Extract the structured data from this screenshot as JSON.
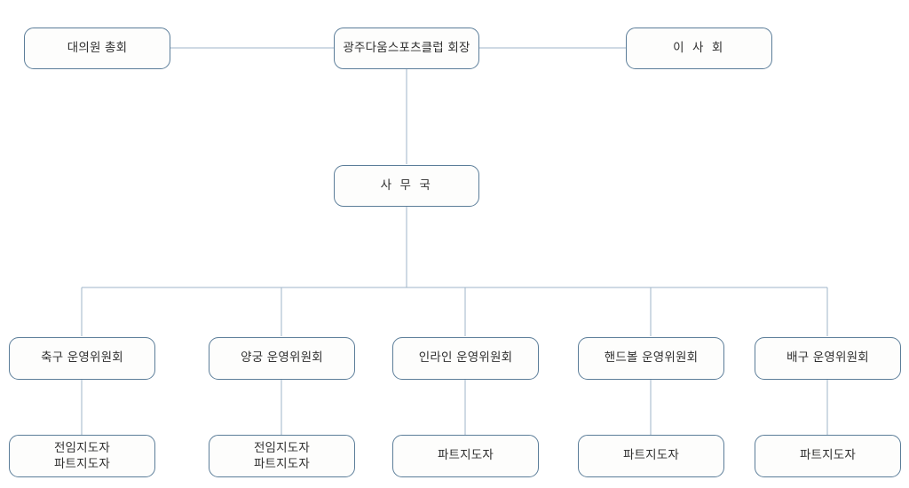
{
  "chart_data": {
    "type": "diagram",
    "diagram_kind": "organization-chart",
    "title": "",
    "orientation": "top-down",
    "background_color": "#ffffff",
    "box_fill_color": "#fdfdfc",
    "box_border_color": "#5b7d99",
    "connector_color": "#9fb6c8",
    "text_color": "#2f2f2f",
    "levels": [
      {
        "level": 1,
        "nodes": [
          "assembly",
          "president",
          "board"
        ]
      },
      {
        "level": 2,
        "nodes": [
          "secretariat"
        ]
      },
      {
        "level": 3,
        "nodes": [
          "committee_soccer",
          "committee_archery",
          "committee_inline",
          "committee_handball",
          "committee_volleyball"
        ]
      },
      {
        "level": 4,
        "nodes": [
          "coaches_soccer",
          "coaches_archery",
          "coaches_inline",
          "coaches_handball",
          "coaches_volleyball"
        ]
      }
    ],
    "edges": [
      {
        "from": "president",
        "to": "assembly",
        "style": "horizontal"
      },
      {
        "from": "president",
        "to": "board",
        "style": "horizontal"
      },
      {
        "from": "president",
        "to": "secretariat",
        "style": "vertical"
      },
      {
        "from": "secretariat",
        "to": "committee_soccer",
        "style": "bus"
      },
      {
        "from": "secretariat",
        "to": "committee_archery",
        "style": "bus"
      },
      {
        "from": "secretariat",
        "to": "committee_inline",
        "style": "bus"
      },
      {
        "from": "secretariat",
        "to": "committee_handball",
        "style": "bus"
      },
      {
        "from": "secretariat",
        "to": "committee_volleyball",
        "style": "bus"
      },
      {
        "from": "committee_soccer",
        "to": "coaches_soccer",
        "style": "vertical"
      },
      {
        "from": "committee_archery",
        "to": "coaches_archery",
        "style": "vertical"
      },
      {
        "from": "committee_inline",
        "to": "coaches_inline",
        "style": "vertical"
      },
      {
        "from": "committee_handball",
        "to": "coaches_handball",
        "style": "vertical"
      },
      {
        "from": "committee_volleyball",
        "to": "coaches_volleyball",
        "style": "vertical"
      }
    ]
  },
  "nodes": {
    "assembly": {
      "label": "대의원 총회"
    },
    "president": {
      "label": "광주다움스포츠클럽 회장"
    },
    "board": {
      "label": "이 사 회"
    },
    "secretariat": {
      "label": "사 무 국"
    },
    "committee_soccer": {
      "label": "축구 운영위원회"
    },
    "committee_archery": {
      "label": "양궁 운영위원회"
    },
    "committee_inline": {
      "label": "인라인 운영위원회"
    },
    "committee_handball": {
      "label": "핸드볼 운영위원회"
    },
    "committee_volleyball": {
      "label": "배구 운영위원회"
    },
    "coaches_soccer": {
      "label": "전임지도자\n파트지도자"
    },
    "coaches_archery": {
      "label": "전임지도자\n파트지도자"
    },
    "coaches_inline": {
      "label": "파트지도자"
    },
    "coaches_handball": {
      "label": "파트지도자"
    },
    "coaches_volleyball": {
      "label": "파트지도자"
    }
  }
}
